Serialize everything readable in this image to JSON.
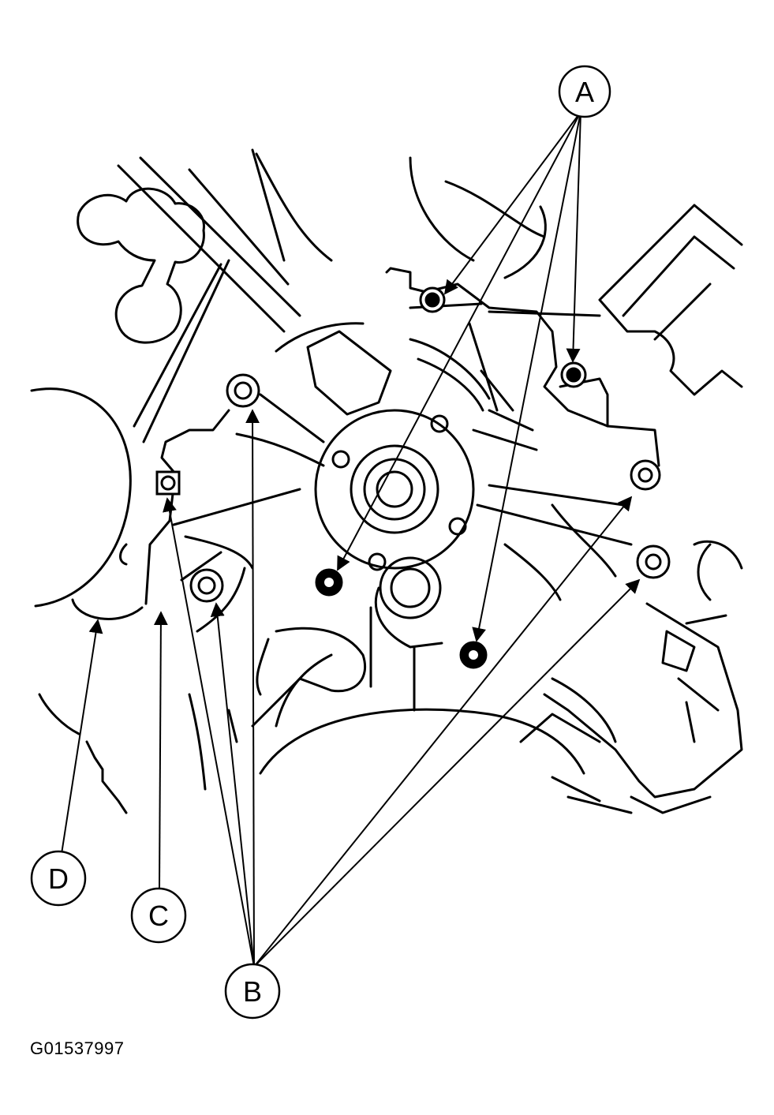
{
  "figure": {
    "id_text": "G01537997",
    "ink_color": "#000000",
    "paper_color": "#ffffff"
  },
  "callouts": {
    "a": {
      "label": "A"
    },
    "b": {
      "label": "B"
    },
    "c": {
      "label": "C"
    },
    "d": {
      "label": "D"
    }
  }
}
